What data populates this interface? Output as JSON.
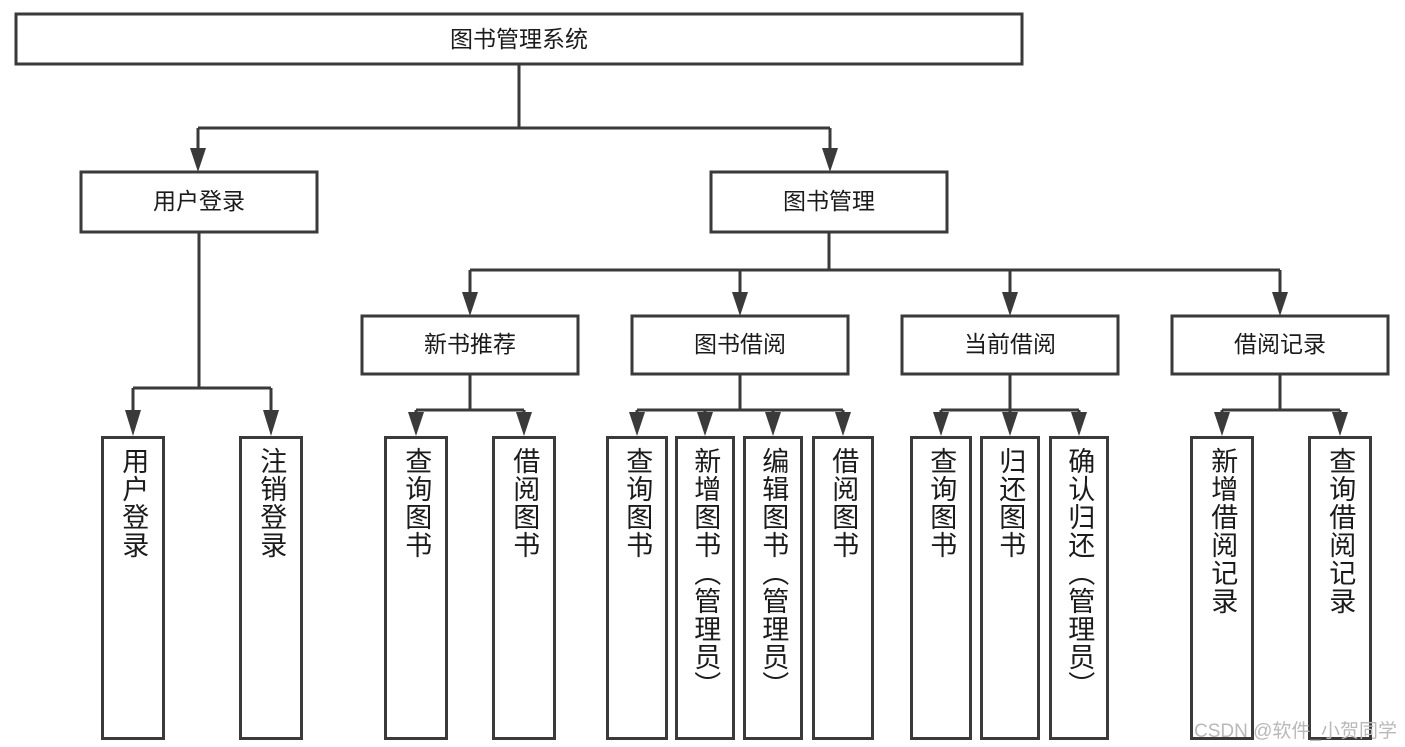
{
  "diagram": {
    "title": "图书管理系统",
    "type": "hierarchy-tree",
    "watermark": "CSDN @软件_小贺同学",
    "colors": {
      "stroke": "#3a3a3a",
      "fill": "#ffffff",
      "text": "#1b1b1b",
      "watermark": "#b9b9b9"
    },
    "levels": {
      "level1": {
        "label": "图书管理系统"
      },
      "level2": [
        {
          "label": "用户登录"
        },
        {
          "label": "图书管理"
        }
      ],
      "level3": [
        {
          "label": "新书推荐",
          "parent": "图书管理"
        },
        {
          "label": "图书借阅",
          "parent": "图书管理"
        },
        {
          "label": "当前借阅",
          "parent": "图书管理"
        },
        {
          "label": "借阅记录",
          "parent": "图书管理"
        }
      ],
      "level4": [
        {
          "label": "用户登录",
          "parent": "用户登录"
        },
        {
          "label": "注销登录",
          "parent": "用户登录"
        },
        {
          "label": "查询图书",
          "parent": "新书推荐"
        },
        {
          "label": "借阅图书",
          "parent": "新书推荐"
        },
        {
          "label": "查询图书",
          "parent": "图书借阅"
        },
        {
          "label": "新增图书（管理员）",
          "parent": "图书借阅"
        },
        {
          "label": "编辑图书（管理员）",
          "parent": "图书借阅"
        },
        {
          "label": "借阅图书",
          "parent": "图书借阅"
        },
        {
          "label": "查询图书",
          "parent": "当前借阅"
        },
        {
          "label": "归还图书",
          "parent": "当前借阅"
        },
        {
          "label": "确认归还（管理员）",
          "parent": "当前借阅"
        },
        {
          "label": "新增借阅记录",
          "parent": "借阅记录"
        },
        {
          "label": "查询借阅记录",
          "parent": "借阅记录"
        }
      ]
    }
  }
}
